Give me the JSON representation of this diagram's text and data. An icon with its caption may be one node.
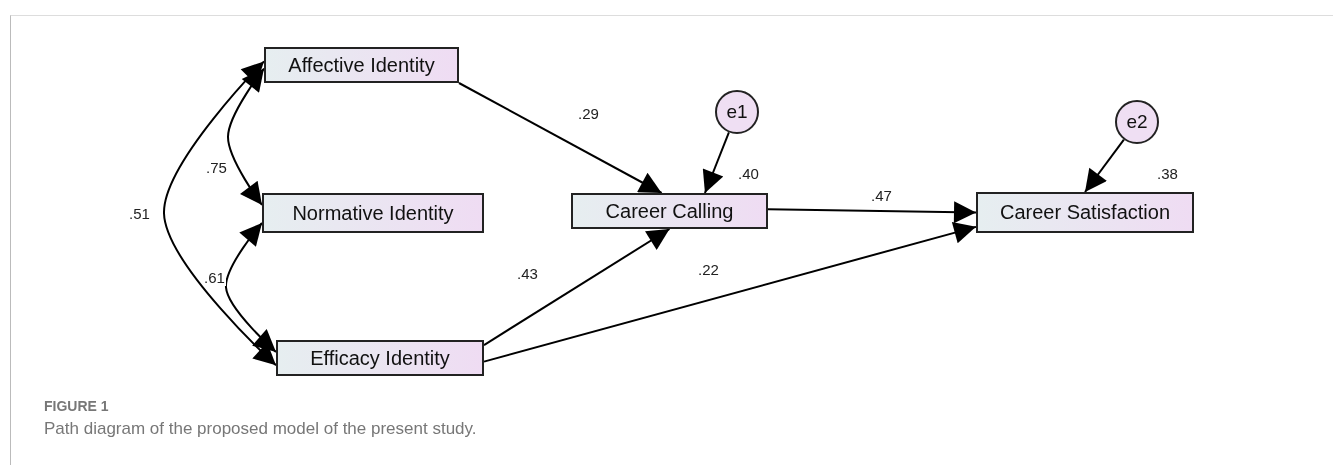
{
  "diagram": {
    "title": "FIGURE 1",
    "caption": "Path diagram of the proposed model of the present study.",
    "nodes": [
      {
        "text": [
          "Affective Identity"
        ]
      },
      {
        "text": [
          "Normative Identity"
        ]
      },
      {
        "text": [
          "Efficacy Identity"
        ]
      },
      {
        "text": [
          "Career Calling"
        ]
      },
      {
        "text": [
          "e1"
        ]
      },
      {
        "text": [
          "Career Satisfaction"
        ]
      },
      {
        "text": [
          "e2"
        ]
      }
    ],
    "edges": [
      {
        "from": 0,
        "to": 3,
        "arrow": "to",
        "label": ".29"
      },
      {
        "from": 4,
        "to": 3,
        "arrow": "to"
      },
      {
        "from": 2,
        "to": 3,
        "arrow": "to",
        "label": ".43"
      },
      {
        "from": 3,
        "to": 5,
        "arrow": "to",
        "label": ".47"
      },
      {
        "from": 2,
        "to": 5,
        "arrow": "to",
        "label": ".22"
      },
      {
        "from": 6,
        "to": 5,
        "arrow": "to"
      },
      {
        "from": 0,
        "to": 1,
        "arrow": "both",
        "label": ".75"
      },
      {
        "from": 1,
        "to": 2,
        "arrow": "both",
        "label": ".61"
      },
      {
        "from": 0,
        "to": 2,
        "arrow": "both",
        "label": ".51"
      }
    ],
    "labels": [
      ".40",
      ".38"
    ]
  }
}
